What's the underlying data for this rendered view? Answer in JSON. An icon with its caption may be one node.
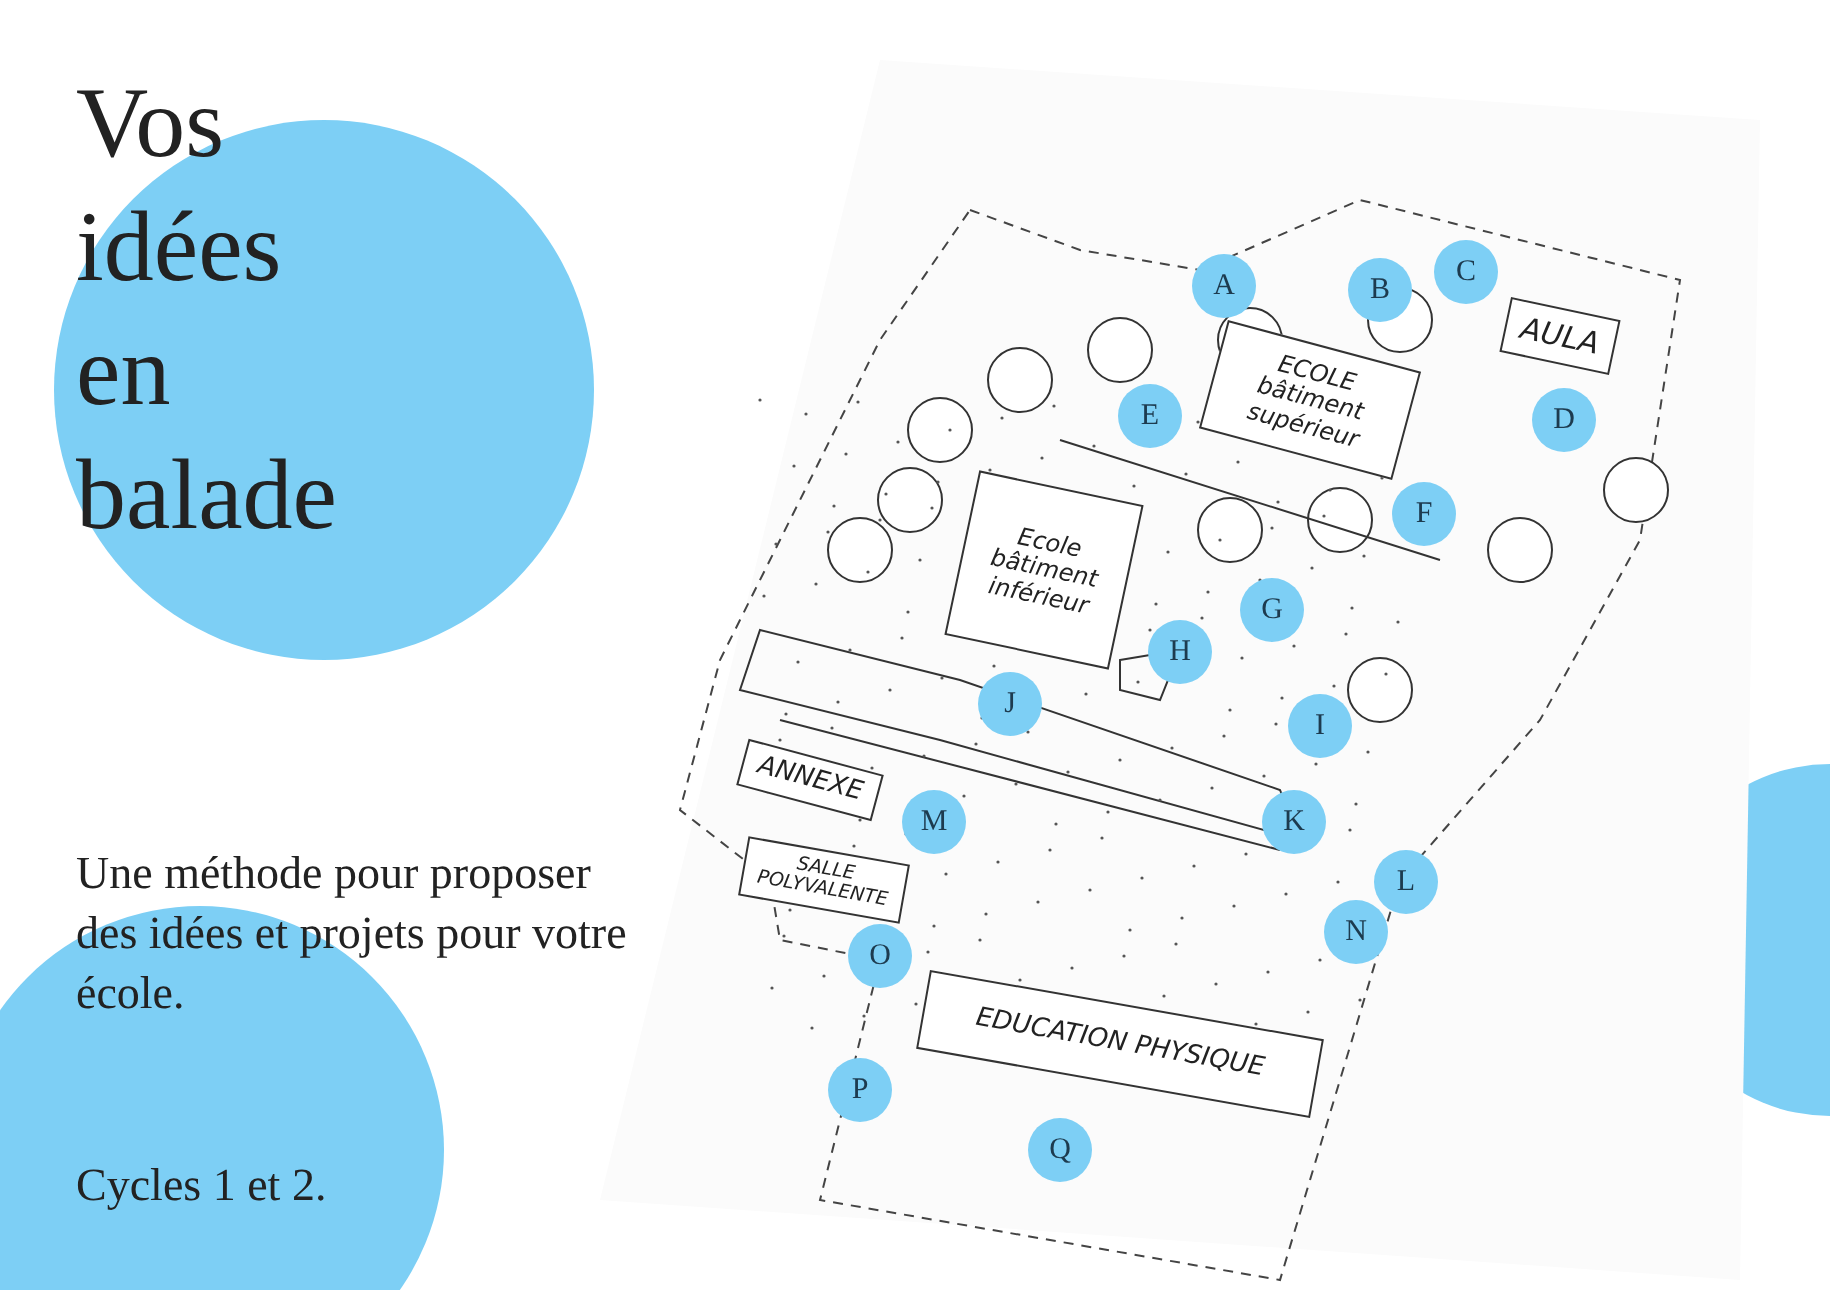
{
  "diagram": {
    "title": "Vos idées en balade",
    "nodes": [
      {
        "text": [
          "A"
        ]
      },
      {
        "text": [
          "B"
        ]
      },
      {
        "text": [
          "C"
        ]
      },
      {
        "text": [
          "AULA"
        ]
      },
      {
        "text": [
          "ECOLE",
          "bâtiment supérieur"
        ]
      },
      {
        "text": [
          "E"
        ]
      },
      {
        "text": [
          "D"
        ]
      },
      {
        "text": [
          "F"
        ]
      },
      {
        "text": [
          "Ecole",
          "bâtiment inférieur"
        ]
      },
      {
        "text": [
          "G"
        ]
      },
      {
        "text": [
          "H"
        ]
      },
      {
        "text": [
          "J"
        ]
      },
      {
        "text": [
          "I"
        ]
      },
      {
        "text": [
          "ANNEXE"
        ]
      },
      {
        "text": [
          "M"
        ]
      },
      {
        "text": [
          "K"
        ]
      },
      {
        "text": [
          "L"
        ]
      },
      {
        "text": [
          "SALLE POLYVALENTE"
        ]
      },
      {
        "text": [
          "O"
        ]
      },
      {
        "text": [
          "N"
        ]
      },
      {
        "text": [
          "EDUCATION PHYSIQUE"
        ]
      },
      {
        "text": [
          "P"
        ]
      },
      {
        "text": [
          "Q"
        ]
      }
    ],
    "edges": [],
    "labels": [
      "Une méthode pour proposer des idées et projets pour votre école.",
      "Cycles 1 et 2."
    ]
  }
}
